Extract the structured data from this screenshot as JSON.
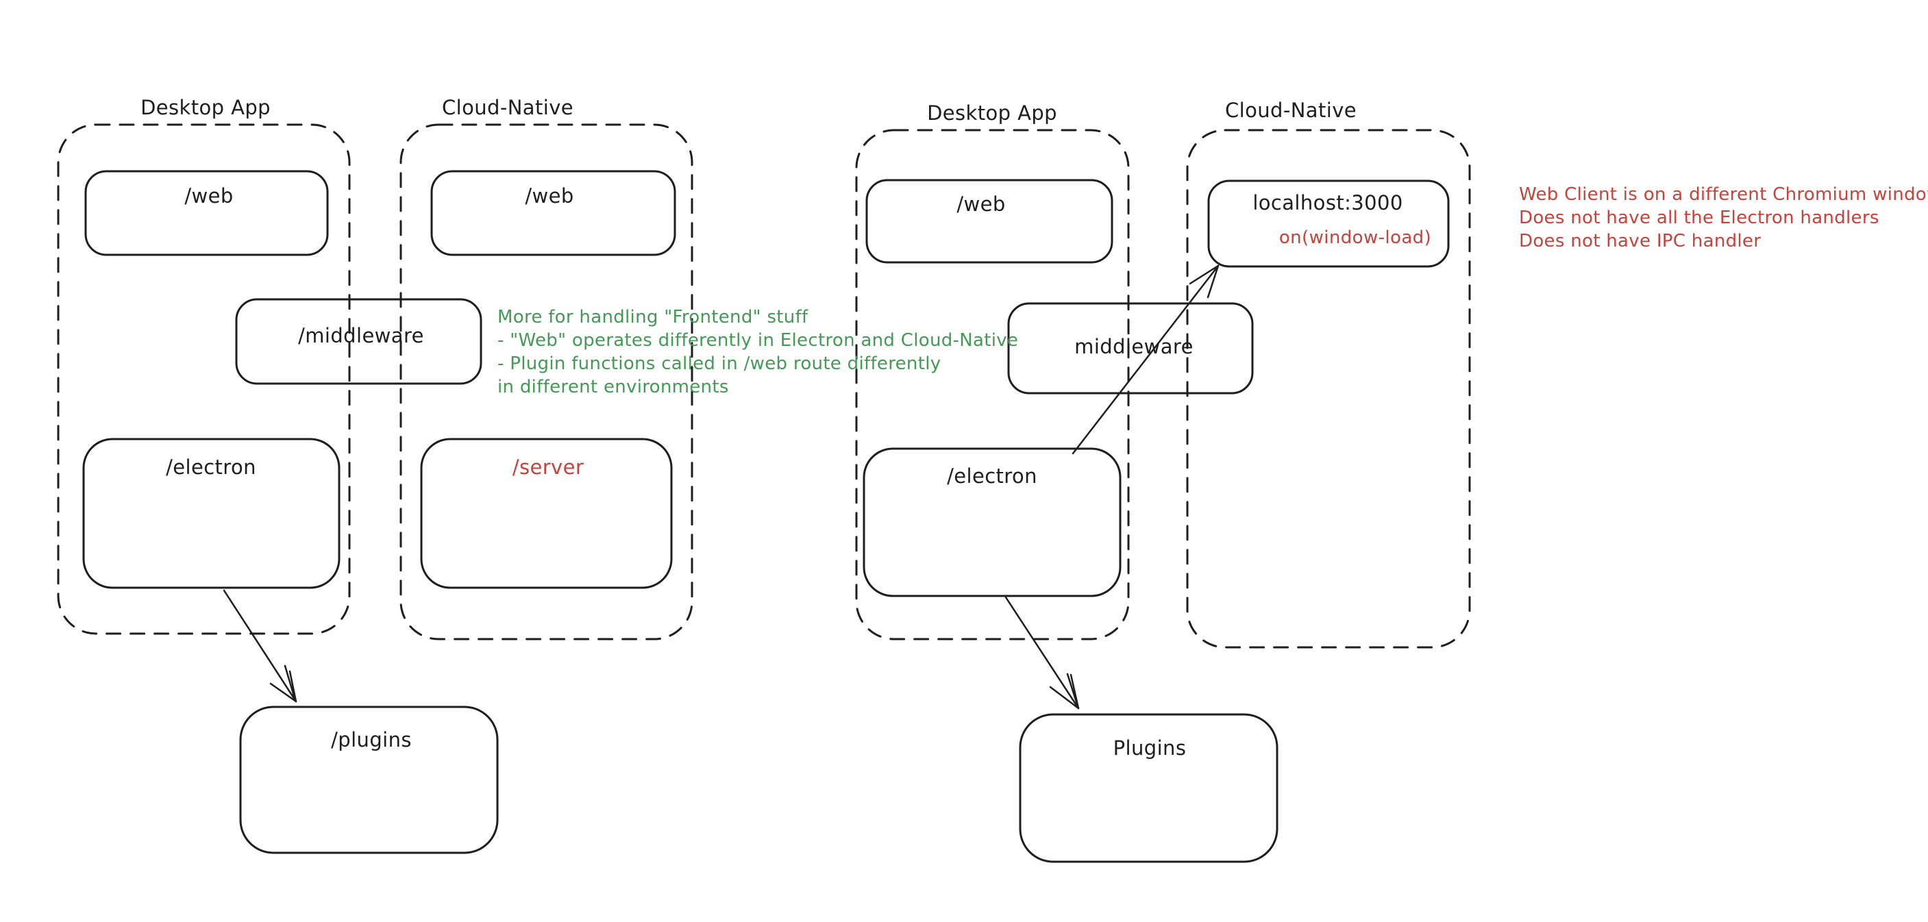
{
  "colors": {
    "stroke": "#1e1e1e",
    "red": "#c8423c",
    "green": "#449a55",
    "background": "#ffffff"
  },
  "left": {
    "desktop_app_title": "Desktop App",
    "cloud_native_title": "Cloud-Native",
    "desktop_web_label": "/web",
    "cloud_web_label": "/web",
    "middleware_label": "/middleware",
    "electron_label": "/electron",
    "server_label": "/server",
    "plugins_label": "/plugins",
    "annotation_lines": [
      "More for handling \"Frontend\" stuff",
      "- \"Web\" operates differently in Electron and Cloud-Native",
      "- Plugin functions called in /web route differently",
      "in different environments"
    ]
  },
  "right": {
    "desktop_app_title": "Desktop App",
    "cloud_native_title": "Cloud-Native",
    "desktop_web_label": "/web",
    "localhost_label": "localhost:3000",
    "window_load_label": "on(window-load)",
    "middleware_label": "middleware",
    "electron_label": "/electron",
    "plugins_label": "Plugins",
    "annotation_lines": [
      "Web Client is on a different Chromium window",
      "Does not have all the Electron handlers",
      "Does not have IPC handler"
    ]
  }
}
